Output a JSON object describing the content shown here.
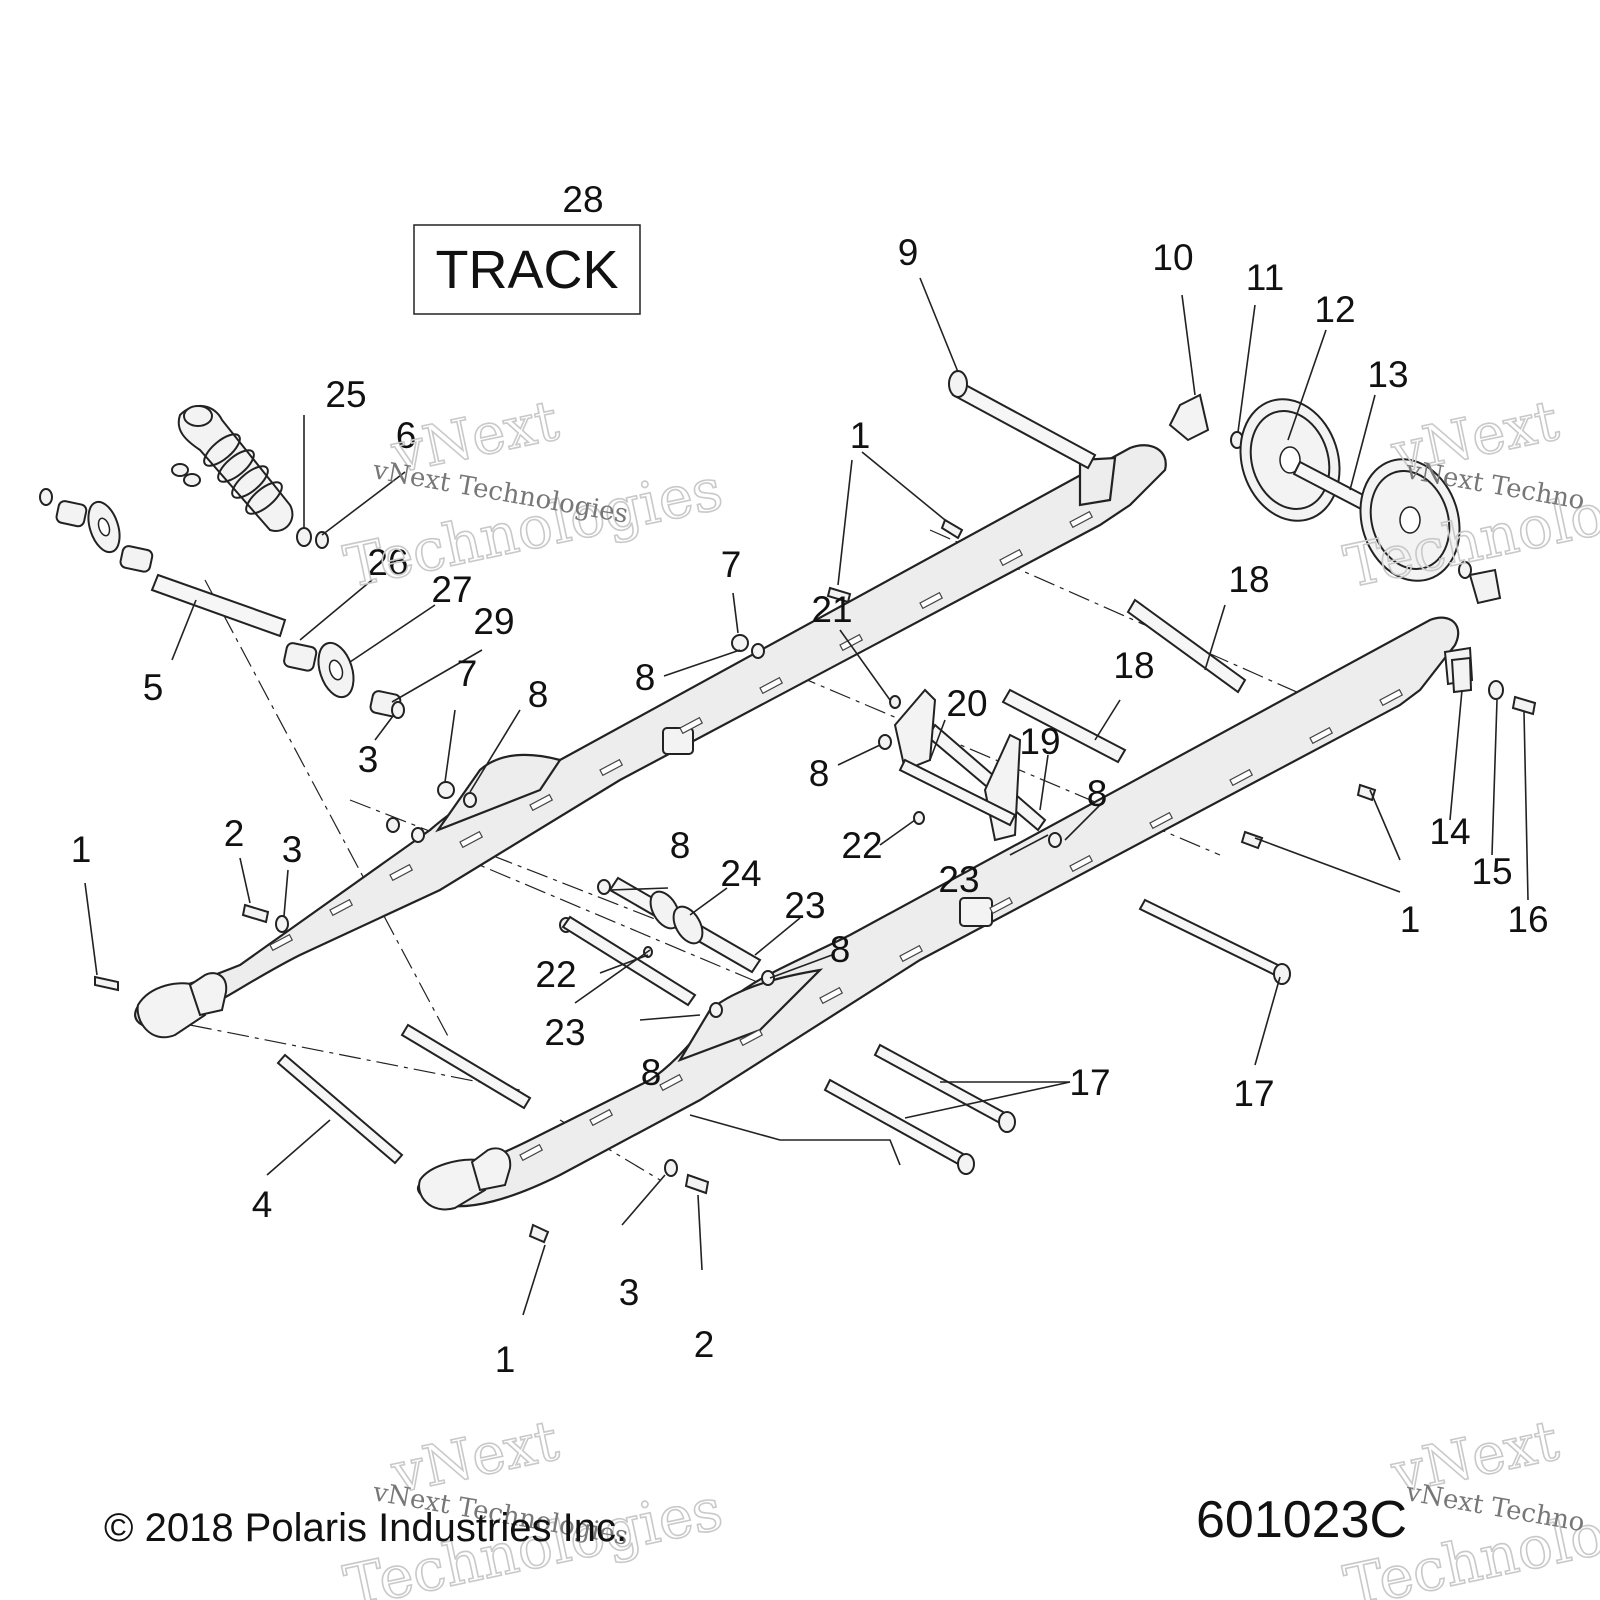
{
  "track_label": "TRACK",
  "callouts": {
    "n1": "1",
    "n2": "2",
    "n3": "3",
    "n4": "4",
    "n5": "5",
    "n6": "6",
    "n7": "7",
    "n8": "8",
    "n9": "9",
    "n10": "10",
    "n11": "11",
    "n12": "12",
    "n13": "13",
    "n14": "14",
    "n15": "15",
    "n16": "16",
    "n17": "17",
    "n18": "18",
    "n19": "19",
    "n20": "20",
    "n21": "21",
    "n22": "22",
    "n23": "23",
    "n24": "24",
    "n25": "25",
    "n26": "26",
    "n27": "27",
    "n28": "28",
    "n29": "29"
  },
  "watermark": {
    "line1": "vNext",
    "line2": "Technologies",
    "small": "vNext Technologies",
    "small_cut": "vNext Techno"
  },
  "copyright": "© 2018 Polaris Industries Inc.",
  "diagram_id": "601023C"
}
